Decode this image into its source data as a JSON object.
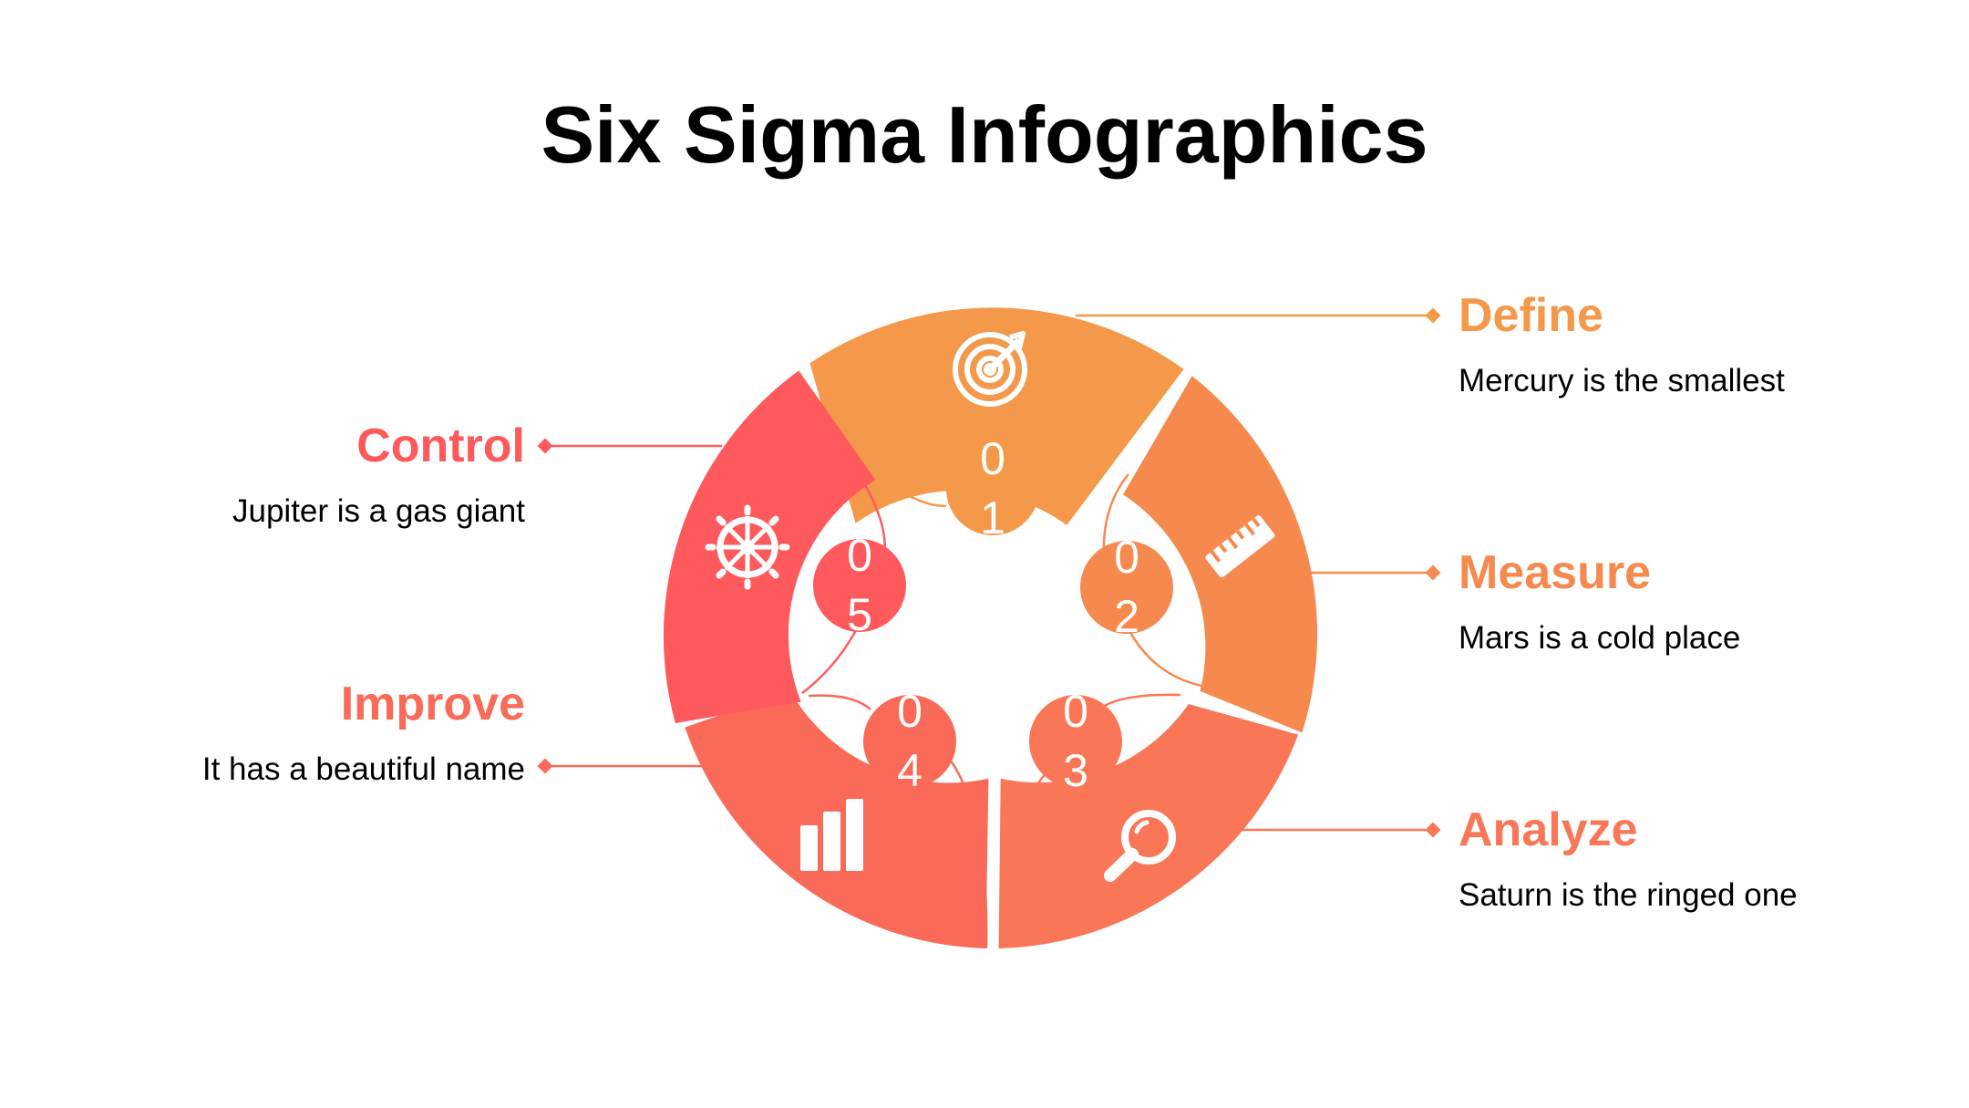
{
  "title": "Six Sigma Infographics",
  "colors": {
    "define": "#F4984A",
    "measure": "#F6894E",
    "analyze": "#F97656",
    "improve": "#FA6A58",
    "control": "#FE5A5D"
  },
  "steps": [
    {
      "number": "01",
      "digit1": "0",
      "digit2": "1",
      "title": "Define",
      "description": "Mercury is the smallest",
      "icon": "target-icon"
    },
    {
      "number": "02",
      "digit1": "0",
      "digit2": "2",
      "title": "Measure",
      "description": "Mars is a cold place",
      "icon": "ruler-icon"
    },
    {
      "number": "03",
      "digit1": "0",
      "digit2": "3",
      "title": "Analyze",
      "description": "Saturn is the ringed one",
      "icon": "magnifier-icon"
    },
    {
      "number": "04",
      "digit1": "0",
      "digit2": "4",
      "title": "Improve",
      "description": "It has a beautiful name",
      "icon": "bar-chart-icon"
    },
    {
      "number": "05",
      "digit1": "0",
      "digit2": "5",
      "title": "Control",
      "description": "Jupiter is a gas giant",
      "icon": "ship-wheel-icon"
    }
  ]
}
